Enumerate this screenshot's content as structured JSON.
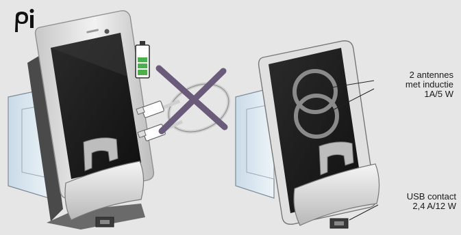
{
  "logo": {
    "text": "qi",
    "icon": "qi-logo"
  },
  "callouts": {
    "antenna": {
      "lines": [
        "2 antennes",
        "met inductie",
        "1A/5 W"
      ]
    },
    "usb": {
      "lines": [
        "USB contact",
        "2,4 A/12 W"
      ]
    }
  },
  "colors": {
    "background": "#e6e6e6",
    "battery_fill": "#4caf50",
    "cross": "#6b5b7a",
    "screen": "#1f1f1f",
    "antenna_rings": "#8a8a8a"
  },
  "icons": [
    "qi-logo",
    "battery-icon",
    "usb-cable-icon",
    "cross-icon",
    "phone-icon",
    "charger-dock-icon",
    "antenna-coil-icon",
    "wall-plate-icon"
  ]
}
